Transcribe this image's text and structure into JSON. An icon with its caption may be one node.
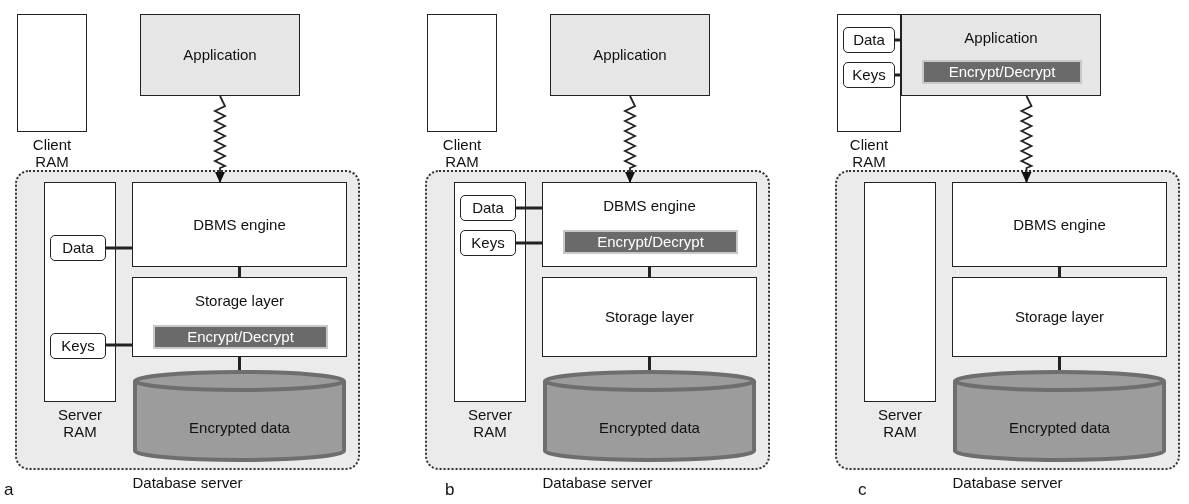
{
  "diagram": {
    "nodes": [
      {
        "text": [
          "Client RAM"
        ]
      },
      {
        "text": [
          "Application"
        ]
      },
      {
        "text": [
          "Database server"
        ]
      },
      {
        "text": [
          "Server RAM"
        ],
        "in": 2
      },
      {
        "text": [
          "Data"
        ],
        "in": 3
      },
      {
        "text": [
          "Keys"
        ],
        "in": 3
      },
      {
        "text": [
          "DBMS engine"
        ],
        "in": 2
      },
      {
        "text": [
          "Storage layer"
        ],
        "in": 2
      },
      {
        "text": [
          "Encrypt/Decrypt"
        ],
        "in": 7
      },
      {
        "text": [
          "Encrypted data"
        ],
        "in": 2
      },
      {
        "text": [
          "Client RAM"
        ]
      },
      {
        "text": [
          "Application"
        ]
      },
      {
        "text": [
          "Database server"
        ]
      },
      {
        "text": [
          "Server RAM"
        ],
        "in": 12
      },
      {
        "text": [
          "Data"
        ],
        "in": 13
      },
      {
        "text": [
          "Keys"
        ],
        "in": 13
      },
      {
        "text": [
          "DBMS engine"
        ],
        "in": 12
      },
      {
        "text": [
          "Encrypt/Decrypt"
        ],
        "in": 16
      },
      {
        "text": [
          "Storage layer"
        ],
        "in": 12
      },
      {
        "text": [
          "Encrypted data"
        ],
        "in": 12
      },
      {
        "text": [
          "Client RAM"
        ]
      },
      {
        "text": [
          "Data"
        ],
        "in": 20
      },
      {
        "text": [
          "Keys"
        ],
        "in": 20
      },
      {
        "text": [
          "Application"
        ]
      },
      {
        "text": [
          "Encrypt/Decrypt"
        ],
        "in": 23
      },
      {
        "text": [
          "Database server"
        ]
      },
      {
        "text": [
          "Server RAM"
        ],
        "in": 25
      },
      {
        "text": [
          "DBMS engine"
        ],
        "in": 25
      },
      {
        "text": [
          "Storage layer"
        ],
        "in": 25
      },
      {
        "text": [
          "Encrypted data"
        ],
        "in": 25
      }
    ],
    "edges": [
      {
        "from": 1,
        "to": 6,
        "arrow": "to"
      },
      {
        "from": 4,
        "to": 6,
        "arrow": "none"
      },
      {
        "from": 5,
        "to": 7,
        "arrow": "none"
      },
      {
        "from": 6,
        "to": 7,
        "arrow": "none"
      },
      {
        "from": 7,
        "to": 9,
        "arrow": "none"
      },
      {
        "from": 11,
        "to": 16,
        "arrow": "to"
      },
      {
        "from": 14,
        "to": 16,
        "arrow": "none"
      },
      {
        "from": 15,
        "to": 16,
        "arrow": "none"
      },
      {
        "from": 16,
        "to": 18,
        "arrow": "none"
      },
      {
        "from": 18,
        "to": 19,
        "arrow": "none"
      },
      {
        "from": 21,
        "to": 23,
        "arrow": "none"
      },
      {
        "from": 22,
        "to": 23,
        "arrow": "none"
      },
      {
        "from": 23,
        "to": 27,
        "arrow": "to"
      },
      {
        "from": 27,
        "to": 28,
        "arrow": "none"
      },
      {
        "from": 28,
        "to": 29,
        "arrow": "none"
      }
    ],
    "labels": [
      "a",
      "b",
      "c"
    ]
  }
}
